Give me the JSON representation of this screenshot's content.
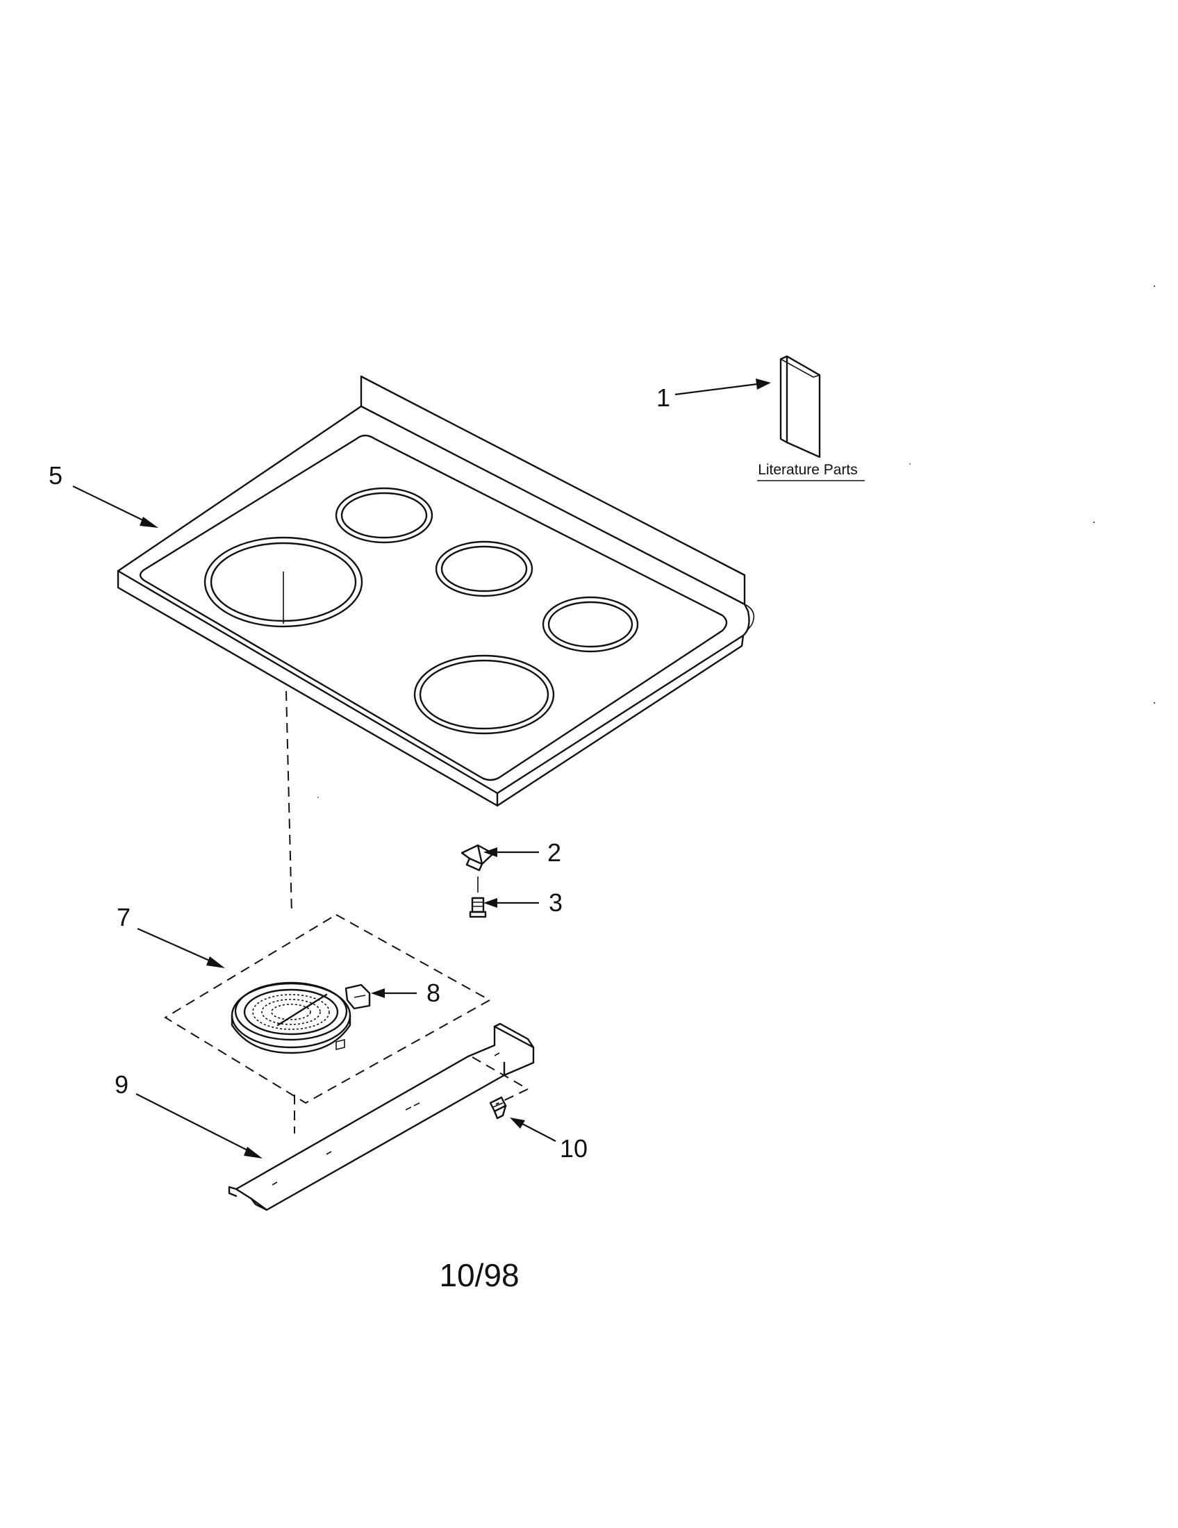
{
  "diagram": {
    "callouts": [
      {
        "id": "1",
        "label": "1"
      },
      {
        "id": "2",
        "label": "2"
      },
      {
        "id": "3",
        "label": "3"
      },
      {
        "id": "5",
        "label": "5"
      },
      {
        "id": "7",
        "label": "7"
      },
      {
        "id": "8",
        "label": "8"
      },
      {
        "id": "9",
        "label": "9"
      },
      {
        "id": "10",
        "label": "10"
      }
    ],
    "literature_label": "Literature Parts",
    "date_code": "10/98"
  }
}
